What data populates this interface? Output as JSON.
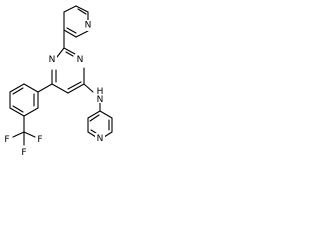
{
  "molecule": {
    "atom_labels": {
      "pyridine_top_n": "N",
      "pyrimidine_n1": "N",
      "pyrimidine_n3": "N",
      "amine_n": "N",
      "amine_h": "H",
      "pyridine_right_n": "N",
      "fluorine_1": "F",
      "fluorine_2": "F",
      "fluorine_3": "F"
    }
  }
}
